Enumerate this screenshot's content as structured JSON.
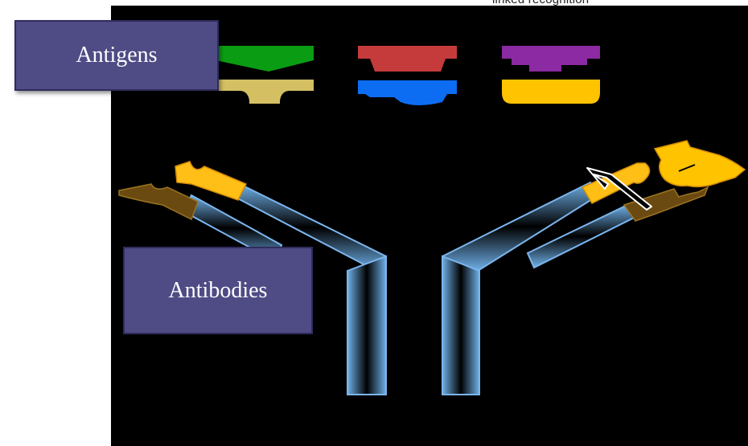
{
  "caption": "linked recognition",
  "labels": {
    "antigens": "Antigens",
    "antibodies": "Antibodies"
  },
  "colors": {
    "background": "#000000",
    "label_box": "#4f4b85",
    "antigen_green": "#0a9d14",
    "antigen_tan": "#d4bf62",
    "antigen_red": "#c53b3c",
    "antigen_blue": "#0c6df2",
    "antigen_purple": "#8b2aa2",
    "antigen_yellow": "#ffc300",
    "antibody_edge": "#7cb6ee",
    "antibody_tip": "#ffbf16",
    "antibody_tip_dark": "#6a4a10"
  }
}
